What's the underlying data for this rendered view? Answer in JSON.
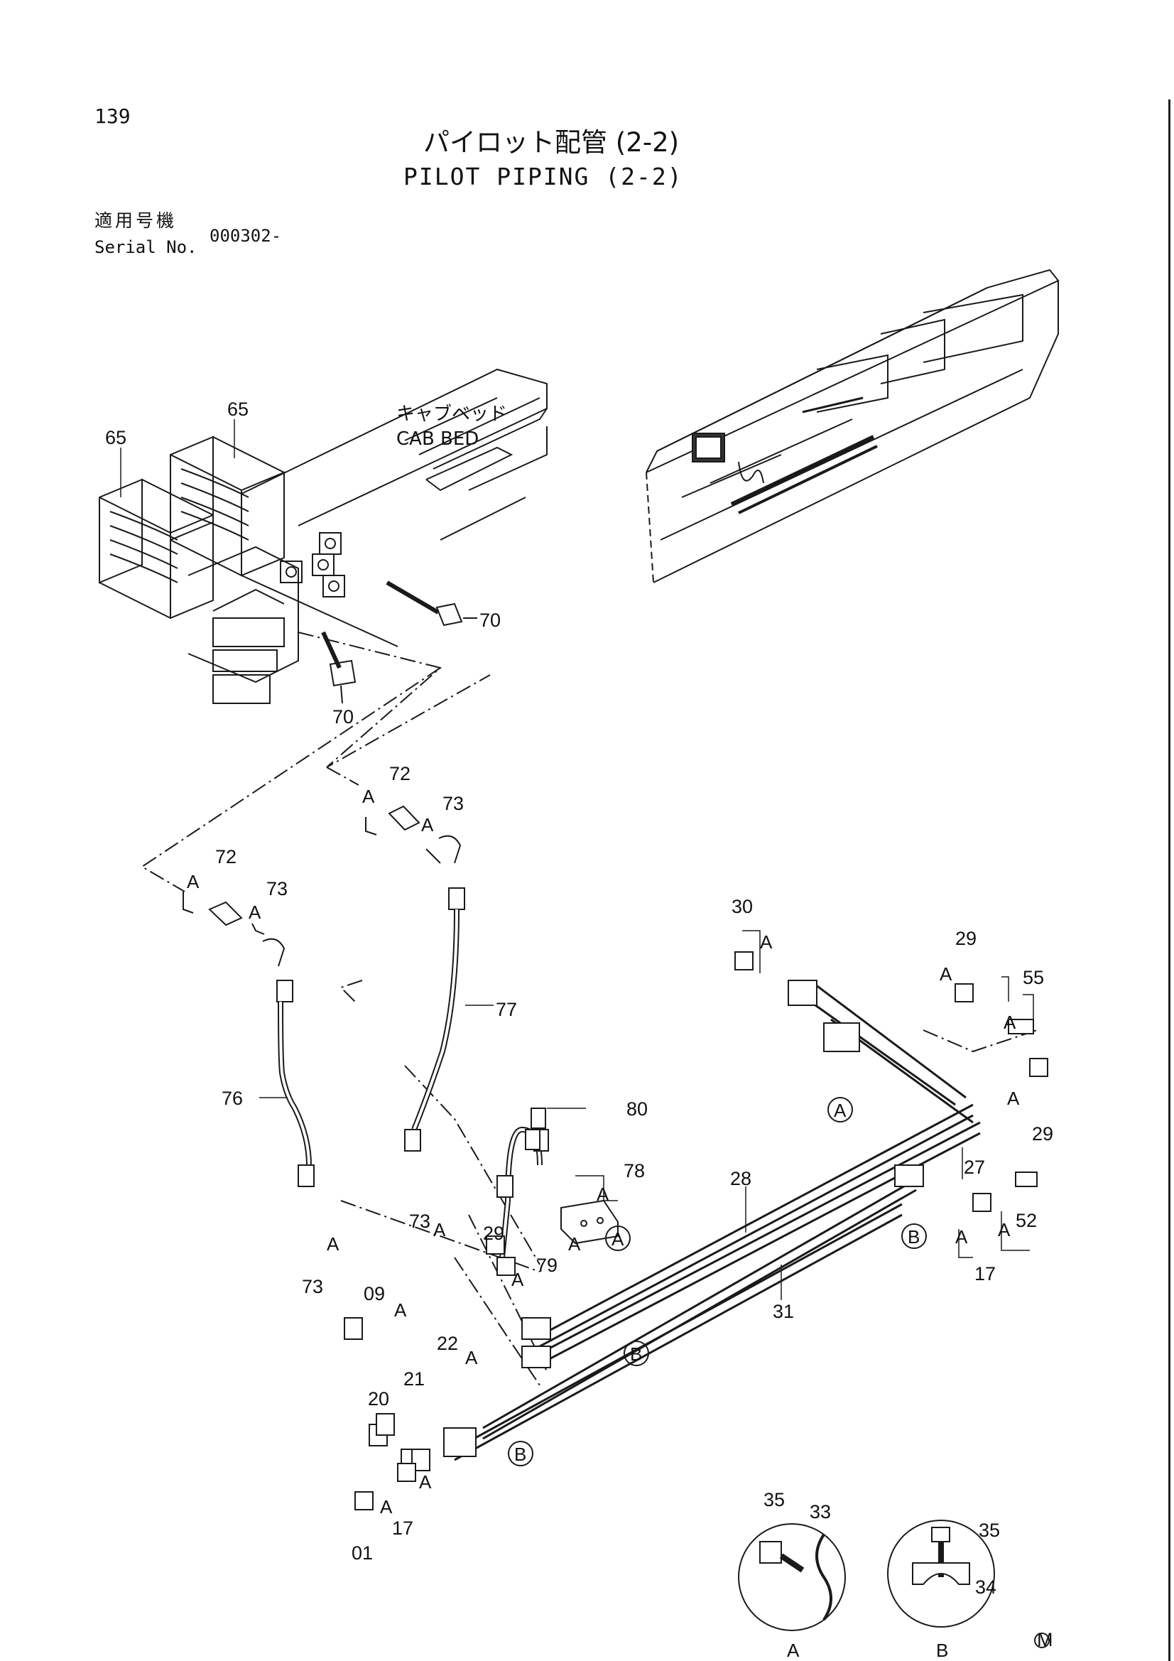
{
  "header": {
    "page_number": "139",
    "title_jp": "パイロット配管 (2-2)",
    "title_en": "PILOT PIPING (2-2)",
    "serial_label_jp": "適用号機",
    "serial_label_en": "Serial No.",
    "serial_value": "000302-"
  },
  "cab_label": {
    "jp": "キャブベッド",
    "en": "CAB BED"
  },
  "callouts": {
    "p65a": "65",
    "p65b": "65",
    "p70a": "70",
    "p70b": "70",
    "p72a": "72",
    "p72b": "72",
    "p73a": "73",
    "p73b": "73",
    "p73c": "73",
    "p73d": "73",
    "p76": "76",
    "p77": "77",
    "p78": "78",
    "p79": "79",
    "p80": "80",
    "p29a": "29",
    "p29b": "29",
    "p29c": "29",
    "p30": "30",
    "p55": "55",
    "p27": "27",
    "p28": "28",
    "p31": "31",
    "p52": "52",
    "p17a": "17",
    "p17b": "17",
    "p09": "09",
    "p22": "22",
    "p21": "21",
    "p20": "20",
    "p01": "01",
    "p35a": "35",
    "p33": "33",
    "p35b": "35",
    "p34": "34"
  },
  "tags": {
    "a": "A",
    "b": "B"
  },
  "detail_labels": {
    "detail_a": "A",
    "detail_b": "B"
  },
  "footer_mark": "M"
}
